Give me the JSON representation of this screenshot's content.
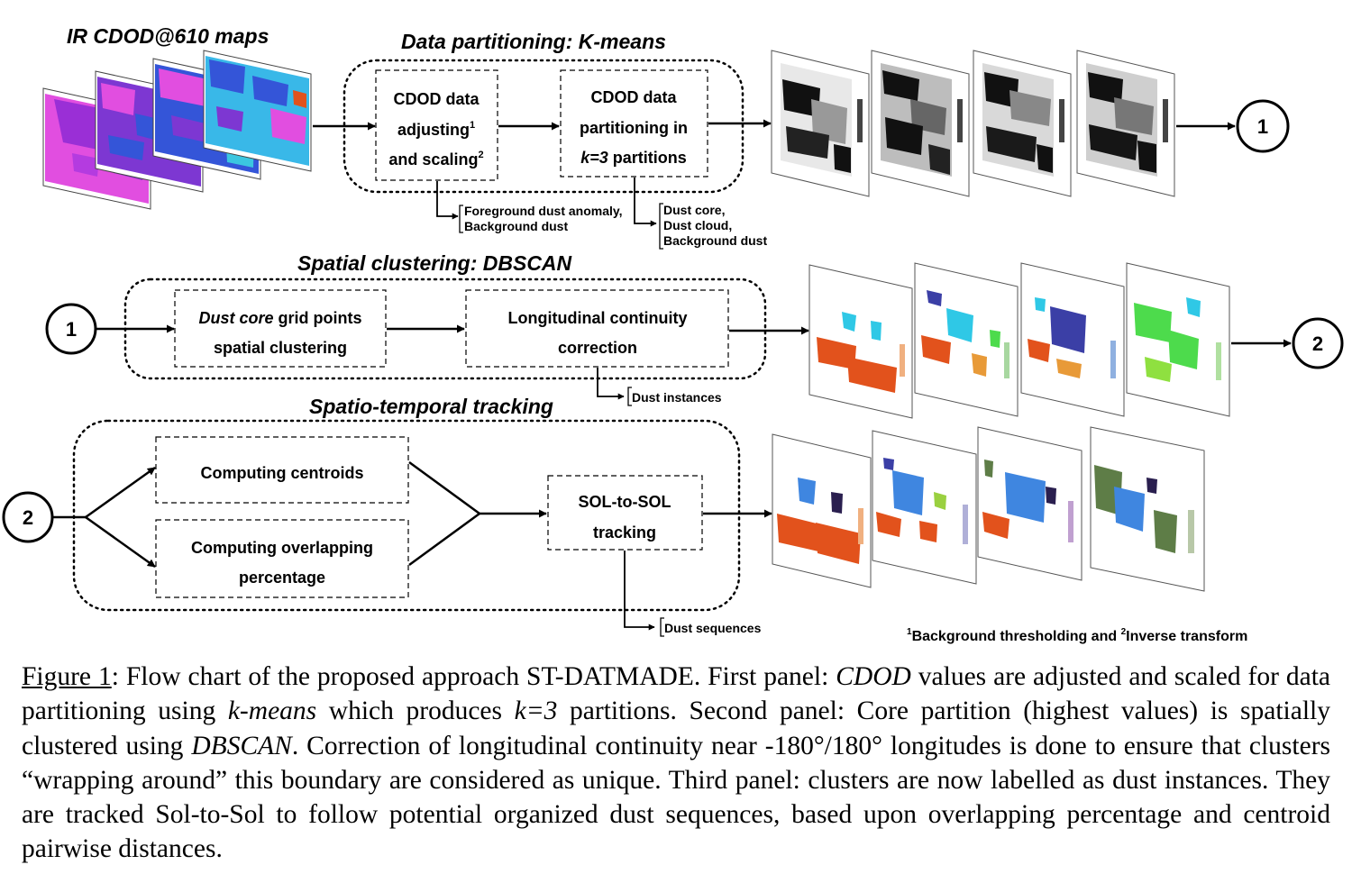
{
  "titles": {
    "maps": "IR CDOD@610 maps",
    "kmeans": "Data partitioning: K-means",
    "dbscan": "Spatial clustering: DBSCAN",
    "tracking": "Spatio-temporal tracking"
  },
  "panel1": {
    "box1": [
      "CDOD data",
      "adjusting",
      "and scaling"
    ],
    "box1_sup": [
      "1",
      "2"
    ],
    "box2": [
      "CDOD data",
      "partitioning in",
      "k=3",
      " partitions"
    ],
    "note1": [
      "Foreground dust anomaly,",
      "Background dust"
    ],
    "note2": [
      "Dust core,",
      "Dust cloud,",
      "Background dust"
    ]
  },
  "panel2": {
    "box1_italic": "Dust core",
    "box1": [
      " grid points",
      "spatial clustering"
    ],
    "box2": [
      "Longitudinal continuity",
      "correction"
    ],
    "note": "Dust instances"
  },
  "panel3": {
    "box1": "Computing centroids",
    "box2": [
      "Computing overlapping",
      "percentage"
    ],
    "box3": [
      "SOL-to-SOL",
      "tracking"
    ],
    "note": "Dust sequences"
  },
  "connectors": [
    "1",
    "1",
    "2",
    "2"
  ],
  "footnote": {
    "sup1": "1",
    "text1": "Background thresholding and ",
    "sup2": "2",
    "text2": "Inverse transform"
  },
  "caption": {
    "label": "Figure 1",
    "segments": [
      ": Flow chart of the proposed approach ST-DATMADE. First panel: ",
      "CDOD",
      " values are adjusted and scaled for data partitioning using ",
      "k-means",
      " which produces ",
      "k=3",
      " partitions. Second panel: Core partition (highest values) is spatially clustered using ",
      "DBSCAN",
      ". Correction of longitudinal continuity near -180°/180° longitudes is done to ensure that clusters “wrapping around” this boundary are considered as unique. Third panel: clusters are now labelled as dust instances. They are tracked Sol-to-Sol to follow potential organized dust sequences, based upon overlapping percentage and centroid pairwise distances."
    ]
  },
  "colors": {
    "map_purple": "#9a2fd6",
    "map_magenta": "#e14ee0",
    "map_blue": "#3455d8",
    "map_cyan": "#39b8e8",
    "cluster_orange": "#e2521c",
    "cluster_cyan": "#2fc8e6",
    "cluster_navy": "#3b3fa6",
    "cluster_green": "#4ddb4c",
    "cluster_blue": "#3f86e0",
    "cluster_olive": "#5e7d47"
  }
}
